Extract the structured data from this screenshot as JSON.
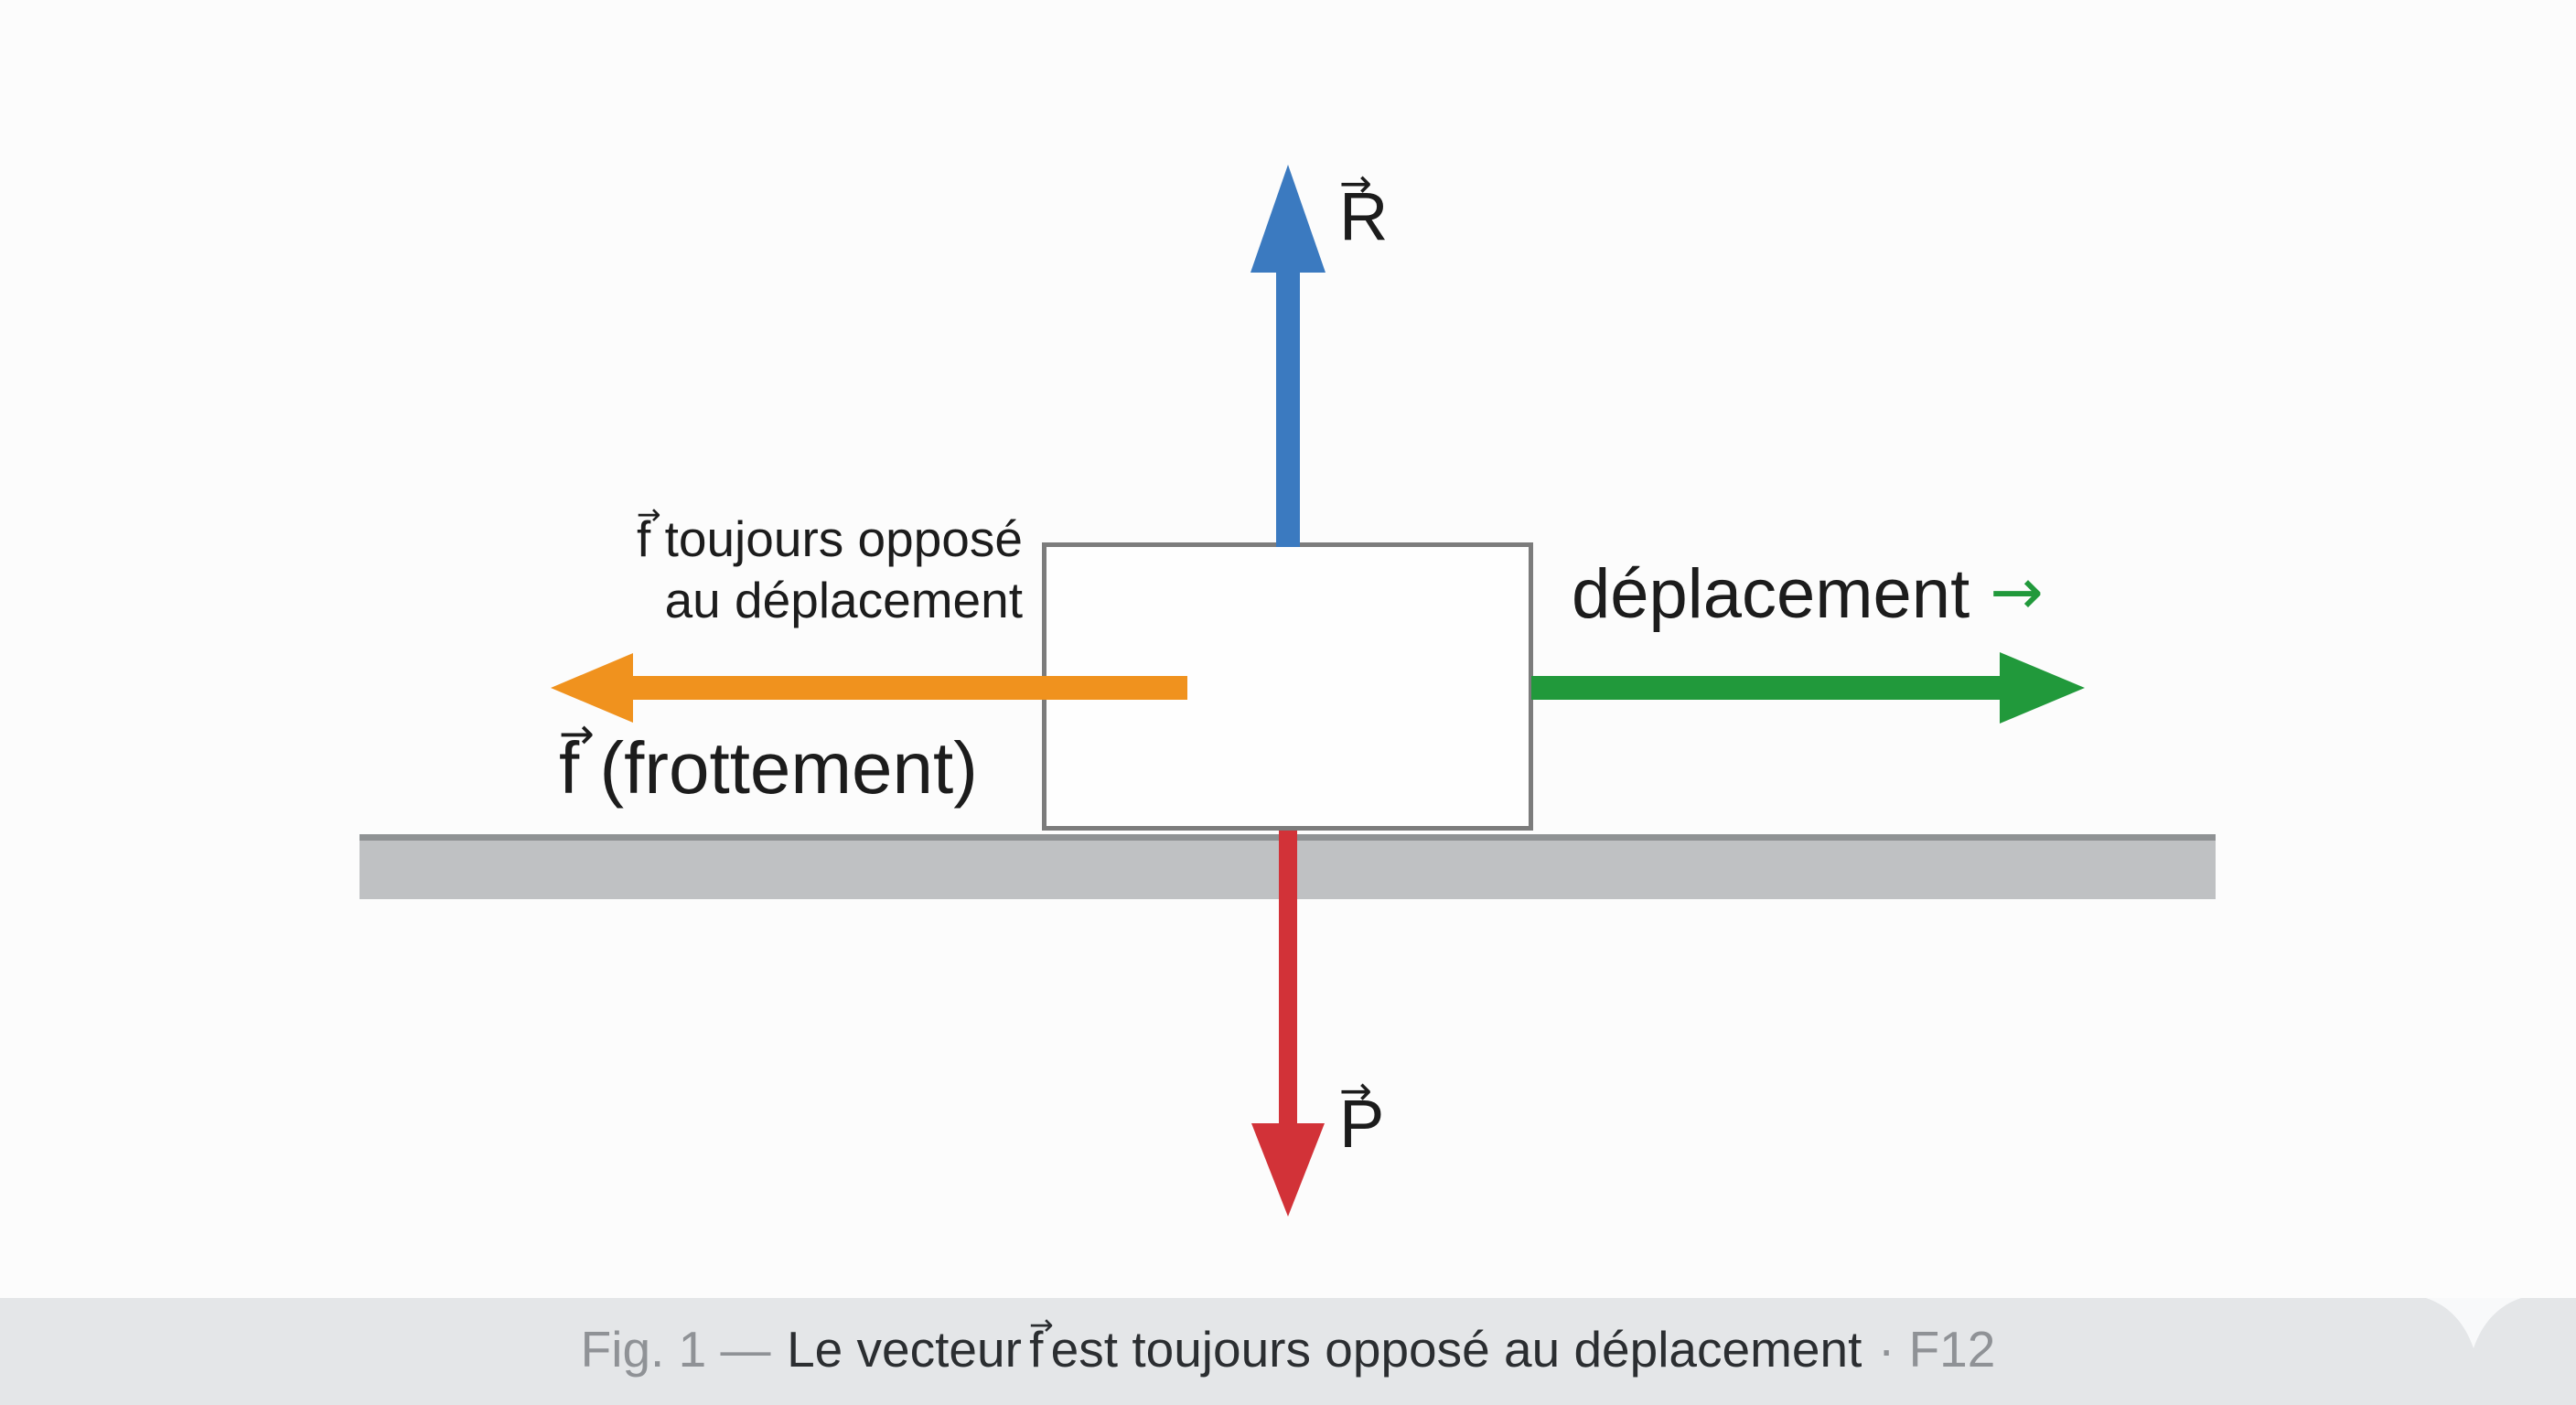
{
  "colors": {
    "background": "#fcfcfc",
    "reaction": "#3b7ac0",
    "weight": "#d23238",
    "friction": "#f0921e",
    "displacement": "#21993b",
    "ground_fill": "#bfc1c3",
    "ground_edge": "#8f9294",
    "box_border": "#7c7c7c",
    "box_fill": "#fefefe",
    "label_text": "#1c1c1c",
    "caption_bg": "#e4e6e8",
    "caption_muted": "#8f9296",
    "caption_text": "#2b2e31",
    "chevron": "#f8f9fa"
  },
  "vector_arrow": "→",
  "labels": {
    "reaction_letter": "R",
    "weight_letter": "P",
    "friction_vector_letter": "f",
    "friction_rest": " (frottement)",
    "note_vector_letter": "f",
    "note_line1_rest": " toujours opposé",
    "note_line2": "au déplacement",
    "displacement_text": "déplacement",
    "displacement_arrow": "→"
  },
  "caption": {
    "figure": "Fig. 1 —",
    "before_vector": "Le vecteur",
    "vector_letter": "f",
    "after_vector": "est toujours opposé au déplacement",
    "suffix": "· F12"
  }
}
